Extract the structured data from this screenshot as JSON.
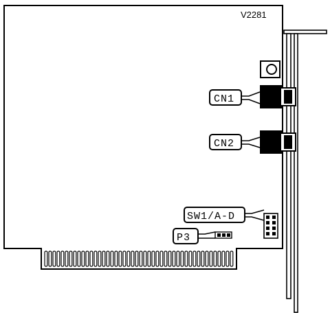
{
  "diagram": {
    "model_label": "V2281",
    "callouts": {
      "cn1": "CN1",
      "cn2": "CN2",
      "switch": "SW1/A-D",
      "jumper": "P3"
    },
    "edge_connector_fingers": 46
  }
}
